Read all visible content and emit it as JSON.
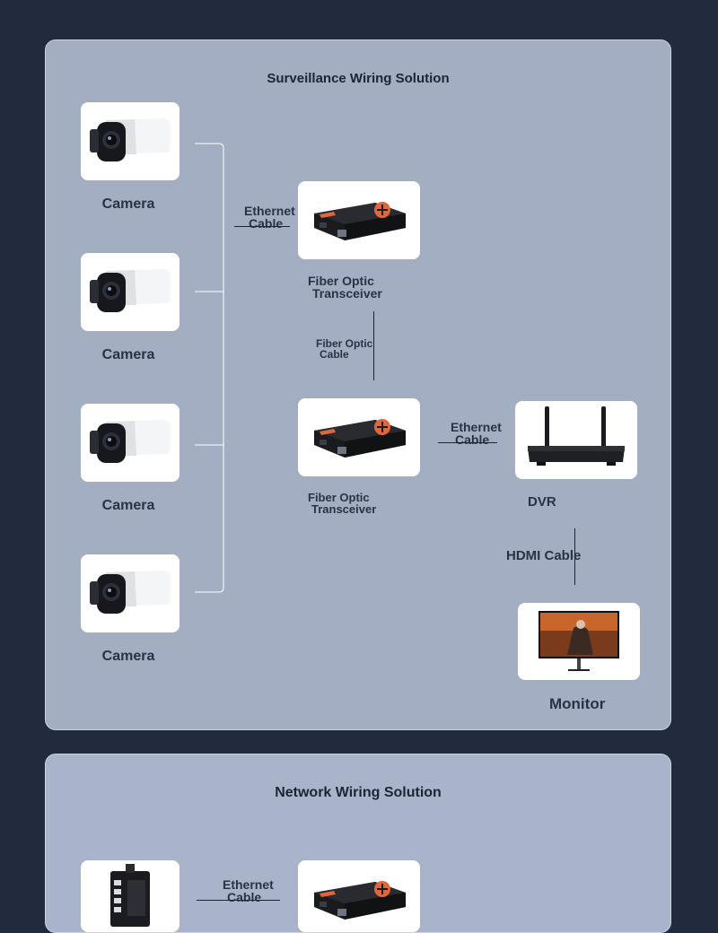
{
  "surveillance": {
    "title": "Surveillance Wiring Solution",
    "cameras": [
      "Camera",
      "Camera",
      "Camera",
      "Camera"
    ],
    "ethernet_top": [
      "Ethernet",
      "Cable"
    ],
    "transceiver_top": [
      "Fiber Optic",
      "Transceiver"
    ],
    "fiber_cable": [
      "Fiber Optic",
      "Cable"
    ],
    "transceiver_bottom": [
      "Fiber Optic",
      "Transceiver"
    ],
    "ethernet_right": [
      "Ethernet",
      "Cable"
    ],
    "dvr": "DVR",
    "hdmi": "HDMI Cable",
    "monitor": "Monitor"
  },
  "network": {
    "title": "Network Wiring Solution",
    "ethernet": [
      "Ethernet",
      "Cable"
    ]
  },
  "colors": {
    "page_bg": "#222a3e",
    "panel_bg": "#a3aec3",
    "text": "#2b3245",
    "transceiver_accent": "#e0673a"
  },
  "icons": [
    "bullet-camera-icon",
    "media-converter-icon",
    "dvr-router-icon",
    "monitor-icon",
    "industrial-switch-icon"
  ]
}
